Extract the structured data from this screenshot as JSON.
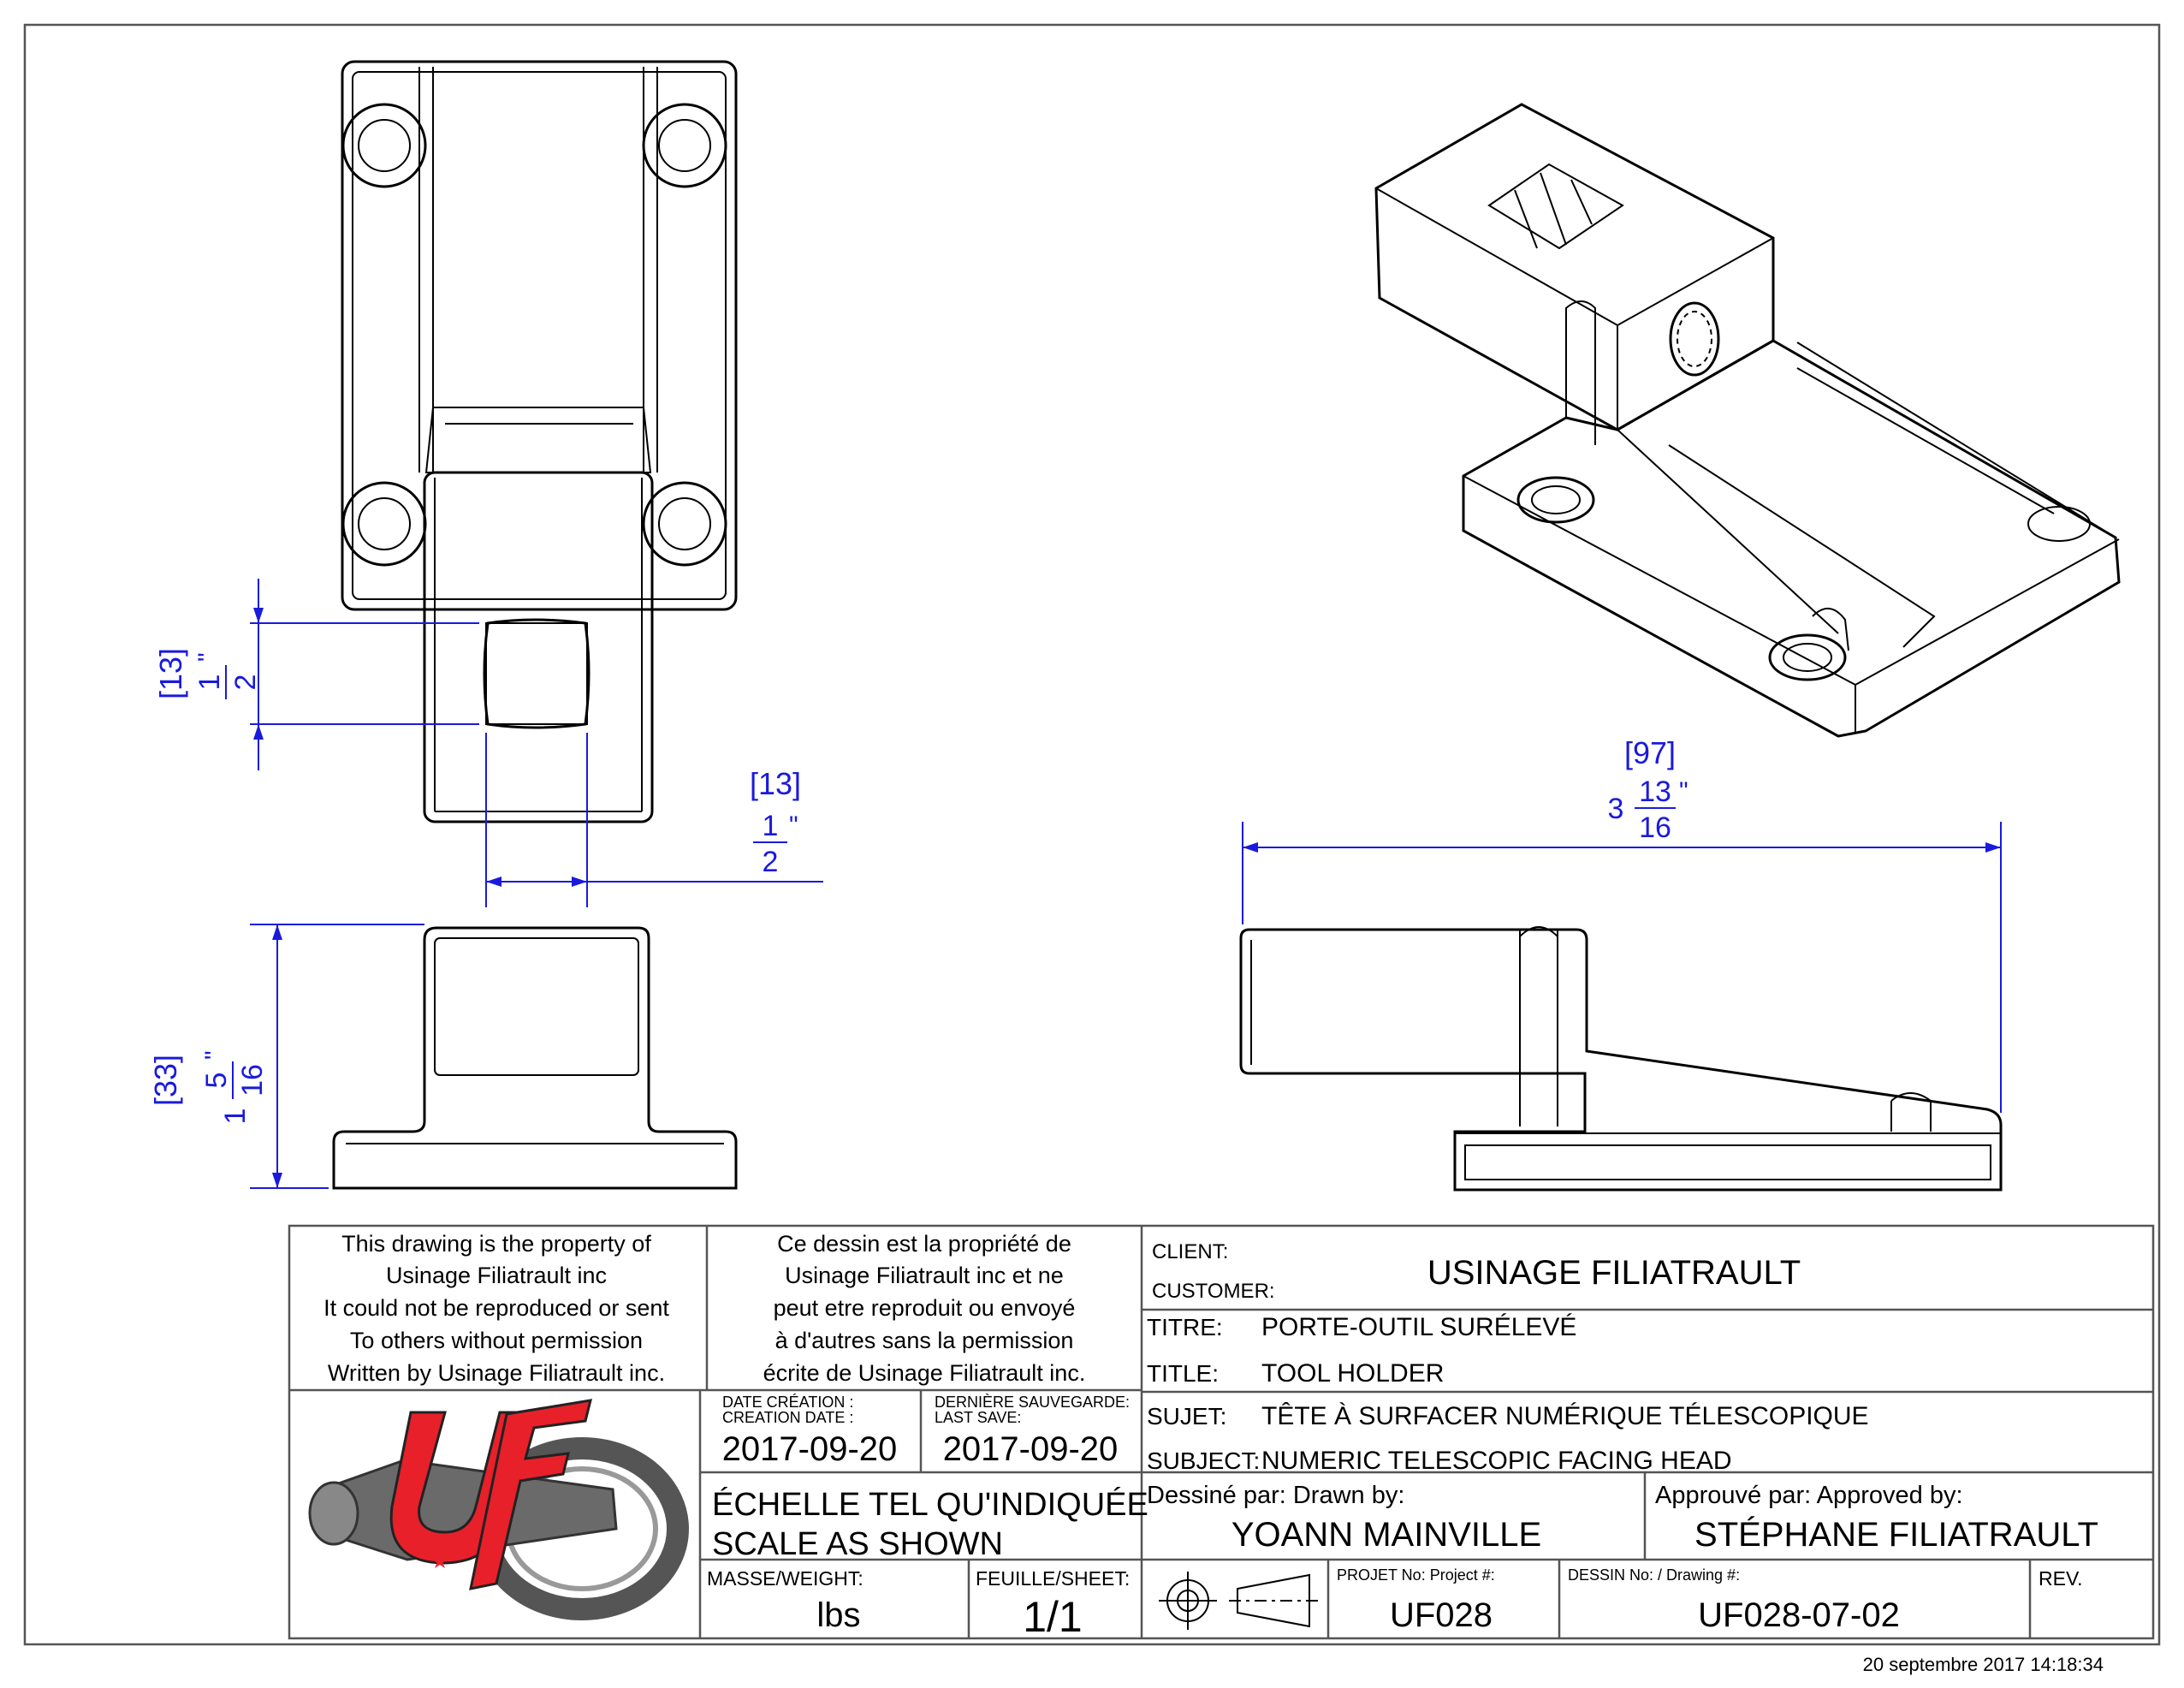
{
  "notice_en": [
    "This drawing is the property of",
    "Usinage Filiatrault inc",
    "It could not  be reproduced or sent",
    "To others without permission",
    "Written by Usinage Filiatrault inc."
  ],
  "notice_fr": [
    "Ce dessin est la propriété de",
    "Usinage Filiatrault inc et ne",
    "peut etre reproduit ou envoyé",
    "à d'autres sans la permission",
    "écrite de Usinage Filiatrault inc."
  ],
  "client": {
    "label_fr": "CLIENT:",
    "label_en": "CUSTOMER:",
    "value": "USINAGE FILIATRAULT"
  },
  "title": {
    "label_fr": "TITRE:",
    "value_fr": "PORTE-OUTIL SURÉLEVÉ",
    "label_en": "TITLE:",
    "value_en": "TOOL HOLDER"
  },
  "subject": {
    "label_fr": "SUJET:",
    "value_fr": "TÊTE À SURFACER NUMÉRIQUE TÉLESCOPIQUE",
    "label_en": "SUBJECT:",
    "value_en": "NUMERIC TELESCOPIC FACING HEAD"
  },
  "creation": {
    "label_fr": "DATE CRÉATION :",
    "label_en": "CREATION DATE :",
    "value": "2017-09-20"
  },
  "last_save": {
    "label_fr": "DERNIÈRE SAUVEGARDE:",
    "label_en": "LAST SAVE:",
    "value": "2017-09-20"
  },
  "scale": {
    "line_fr": "ÉCHELLE TEL QU'INDIQUÉE",
    "line_en": "SCALE AS SHOWN"
  },
  "drawn_by": {
    "label": "Dessiné par: Drawn by:",
    "value": "YOANN MAINVILLE"
  },
  "approved_by": {
    "label": "Approuvé par: Approved by:",
    "value": "STÉPHANE FILIATRAULT"
  },
  "mass": {
    "label": "MASSE/WEIGHT:",
    "value": "lbs"
  },
  "sheet": {
    "label": "FEUILLE/SHEET:",
    "value": "1/1"
  },
  "project": {
    "label": "PROJET No: Project #:",
    "value": "UF028"
  },
  "drawing": {
    "label": "DESSIN No: / Drawing #:",
    "value": "UF028-07-02"
  },
  "rev": {
    "label": "REV."
  },
  "timestamp": "20 septembre 2017 14:18:34",
  "dimensions": {
    "square_height": {
      "mm": "[13]",
      "whole": "",
      "num": "1",
      "den": "2",
      "unit": "\""
    },
    "square_width": {
      "mm": "[13]",
      "whole": "",
      "num": "1",
      "den": "2",
      "unit": "\""
    },
    "overall_height": {
      "mm": "[33]",
      "whole": "1",
      "num": "5",
      "den": "16",
      "unit": "\""
    },
    "overall_length": {
      "mm": "[97]",
      "whole": "3",
      "num": "13",
      "den": "16",
      "unit": "\""
    }
  },
  "colors": {
    "dimension": "#1a1adc",
    "outline": "#000000",
    "logo_red": "#e8202a",
    "border": "#555555"
  },
  "icons": [
    "uf-logo",
    "third-angle-projection-symbol"
  ]
}
